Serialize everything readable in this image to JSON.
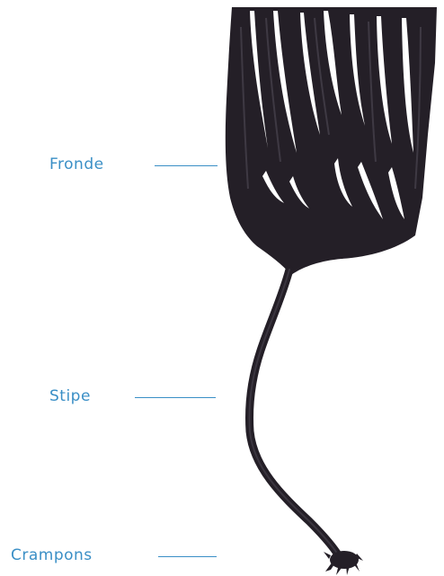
{
  "labels": {
    "frond": "Fronde",
    "stipe": "Stipe",
    "holdfast": "Crampons"
  },
  "colors": {
    "label": "#3a8fc6",
    "kelp": "#26232a",
    "kelp_highlight": "#4a4450",
    "background": "#ffffff"
  }
}
